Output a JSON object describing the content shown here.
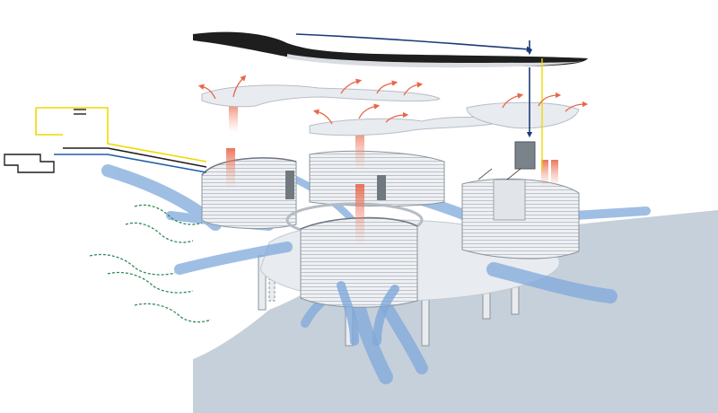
{
  "diagram": {
    "type": "exploded-axonometric-environmental-diagram",
    "components": [
      "solar-roof-canopy",
      "upper-floor-plates",
      "curved-facade-pods",
      "central-courtyard-void",
      "support-piles",
      "ground-terrain",
      "water-tank",
      "pipe-loop",
      "battery-symbol",
      "ground-loop-coils"
    ],
    "flows": {
      "cool_air": {
        "color": "#7fa9dc"
      },
      "warm_air": {
        "color": "#e8664a"
      },
      "rainwater": {
        "color": "#1d3a78"
      },
      "supply_line": {
        "color": "#f0d800"
      },
      "return_line": {
        "color": "#1f5ea8"
      },
      "ground_loop": {
        "color": "#2e8b57"
      }
    },
    "colors": {
      "background": "#ffffff",
      "terrain": "#c6d0da",
      "roof": "#1e1e1e",
      "floor_plate": "#e8ebef",
      "facade": "#eef0f3",
      "facade_lines": "#9aa3ad"
    }
  }
}
